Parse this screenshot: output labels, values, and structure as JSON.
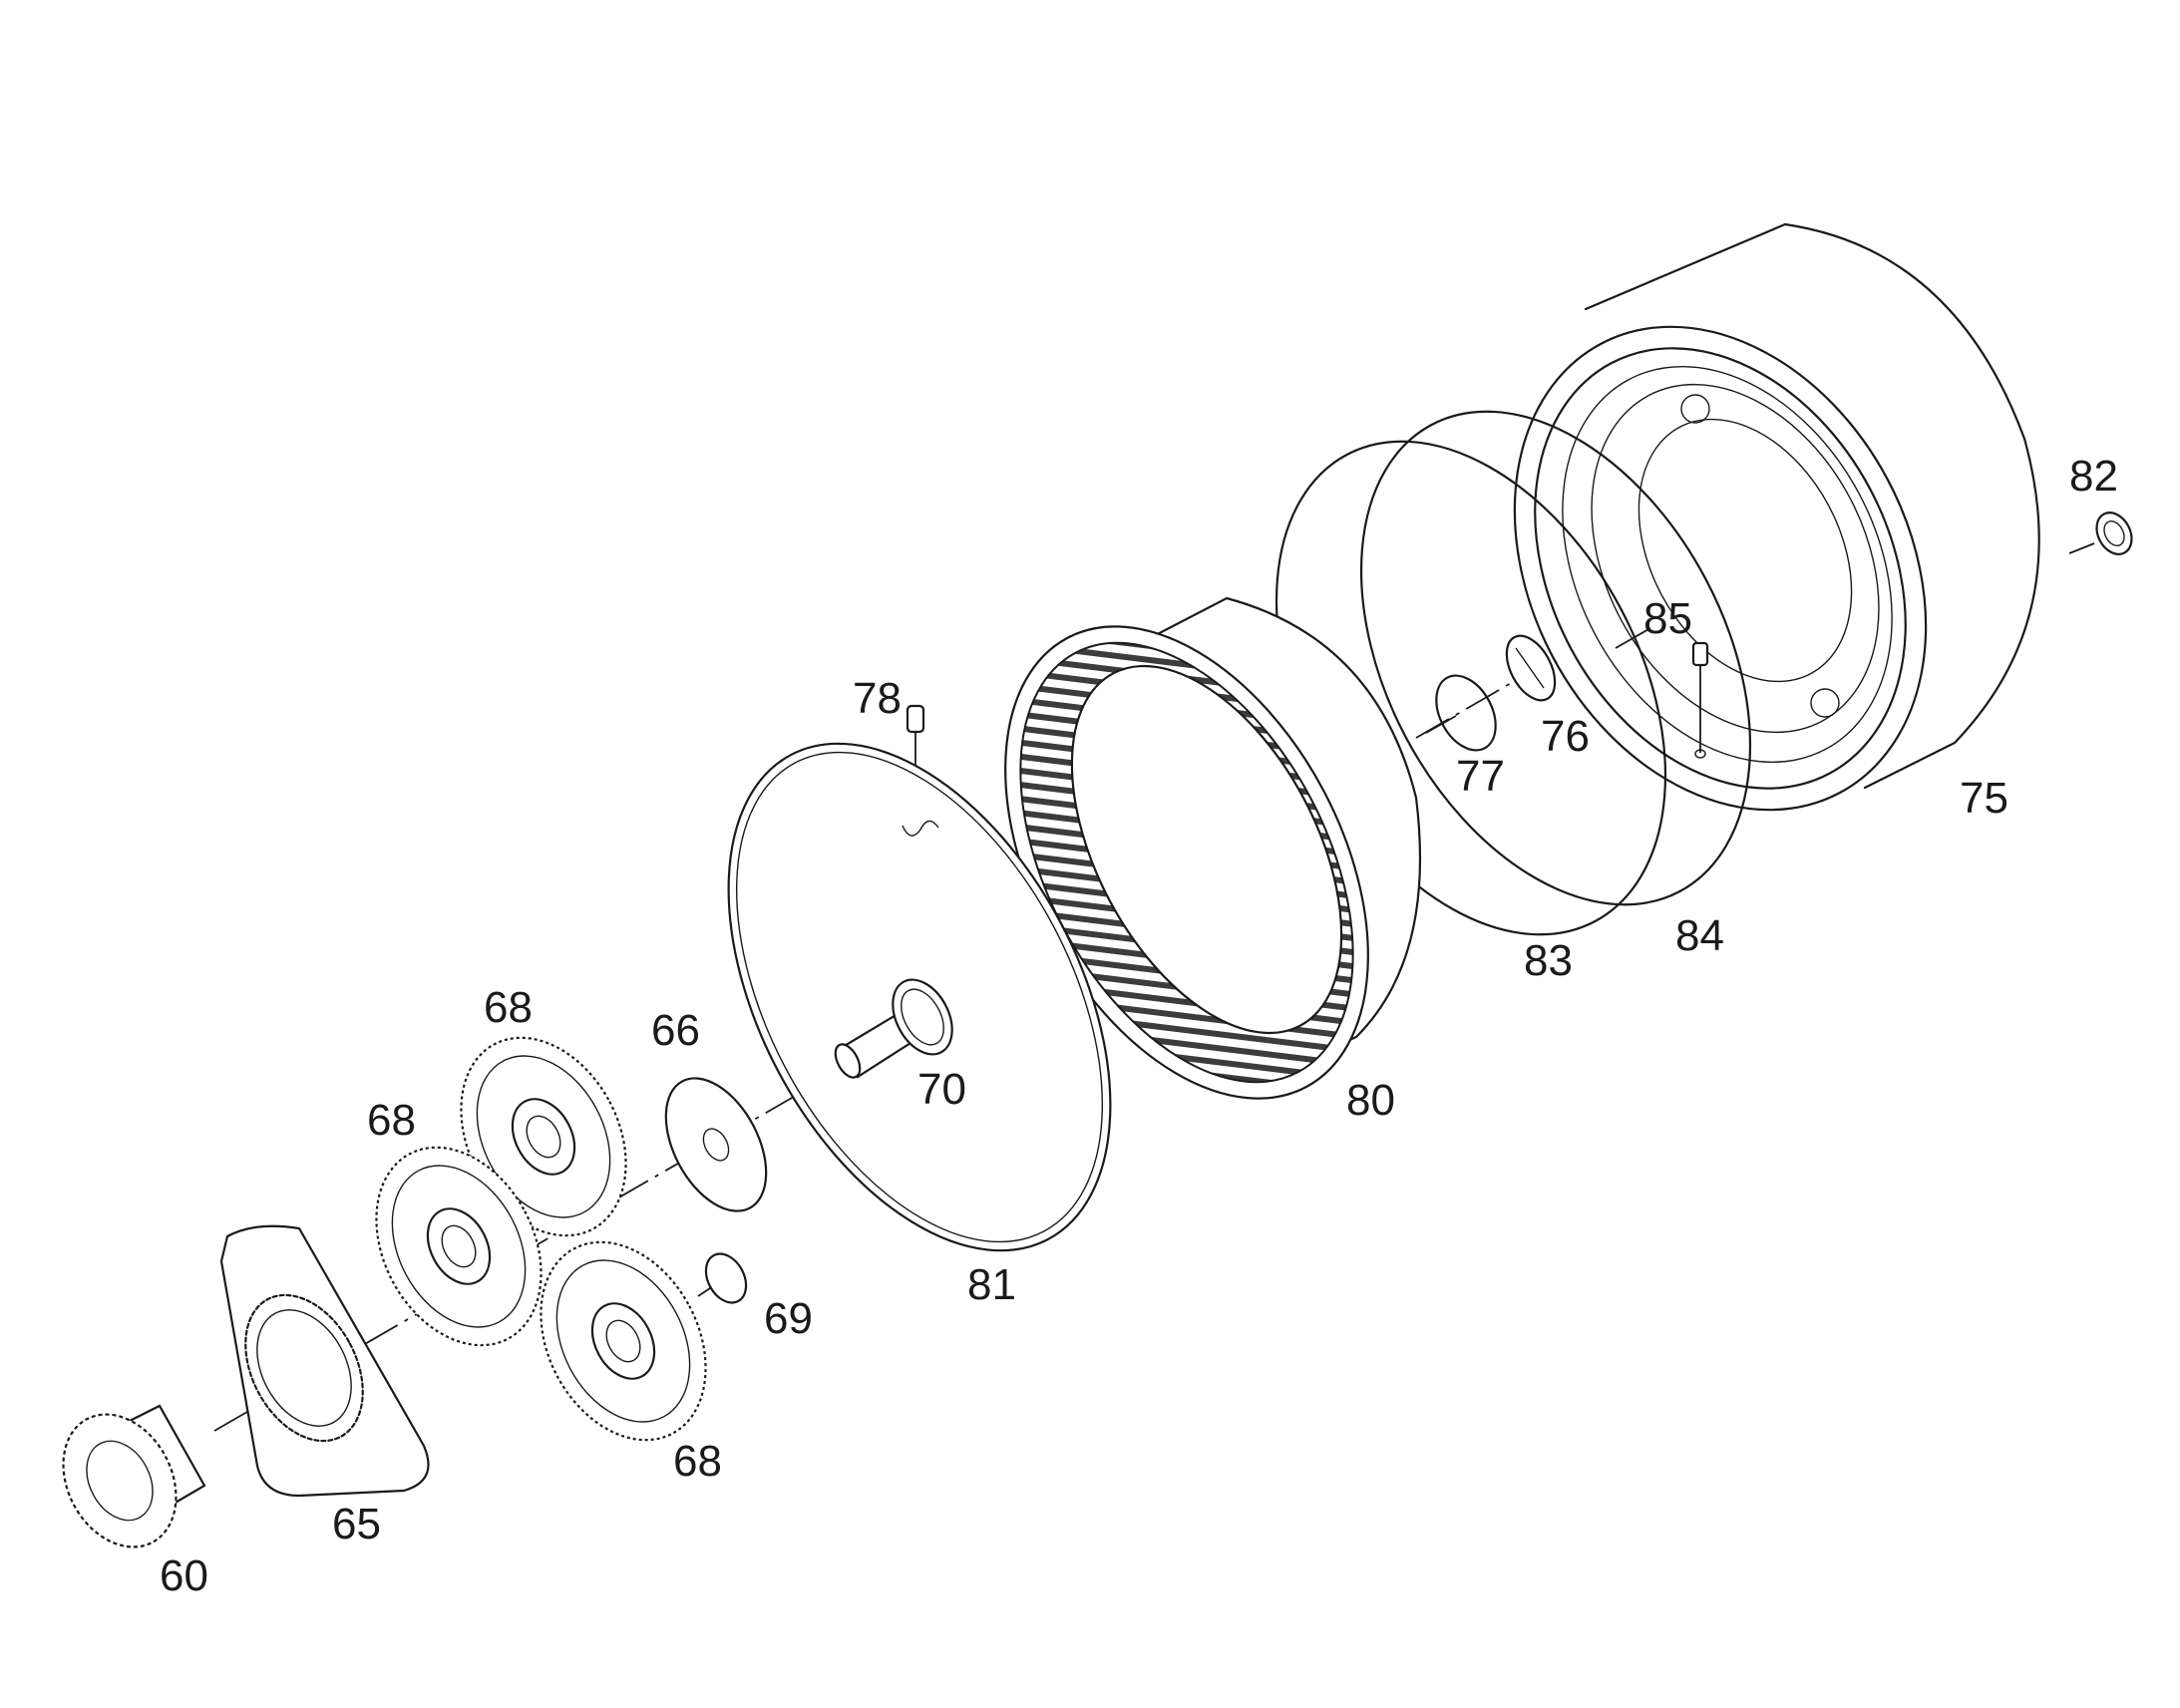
{
  "callouts": {
    "c60": "60",
    "c65": "65",
    "c66": "66",
    "c68a": "68",
    "c68b": "68",
    "c68c": "68",
    "c69": "69",
    "c70": "70",
    "c75": "75",
    "c76": "76",
    "c77": "77",
    "c78": "78",
    "c80": "80",
    "c81": "81",
    "c82": "82",
    "c83": "83",
    "c84": "84",
    "c85": "85"
  }
}
